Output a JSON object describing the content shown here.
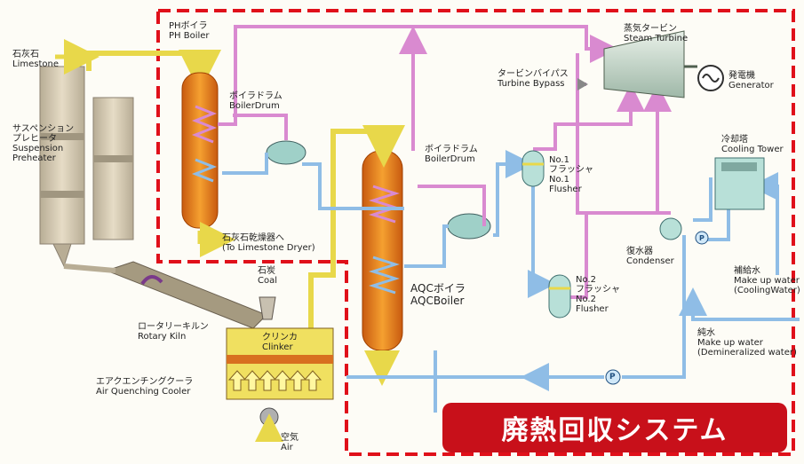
{
  "colors": {
    "steam": "#d98ad0",
    "water": "#8fbde6",
    "gas": "#e8d84a",
    "boundary": "#e0101a",
    "banner": "#c8101a"
  },
  "labels": {
    "limestone": {
      "ja": "石灰石",
      "en": "Limestone"
    },
    "preheater": {
      "ja1": "サスペンション",
      "ja2": "プレヒータ",
      "en1": "Suspension",
      "en2": "Preheater"
    },
    "ph_boiler": {
      "ja": "PHボイラ",
      "en": "PH Boiler"
    },
    "boiler_drum_1": {
      "ja": "ボイラドラム",
      "en": "BoilerDrum"
    },
    "boiler_drum_2": {
      "ja": "ボイラドラム",
      "en": "BoilerDrum"
    },
    "limestone_dryer": {
      "ja": "石灰石乾燥器へ",
      "en": "(To Limestone Dryer)"
    },
    "coal": {
      "ja": "石炭",
      "en": "Coal"
    },
    "rotary_kiln": {
      "ja": "ロータリーキルン",
      "en": "Rotary Kiln"
    },
    "clinker": {
      "ja": "クリンカ",
      "en": "Clinker"
    },
    "air_quenching_cooler": {
      "ja": "エアクエンチングクーラ",
      "en": "Air Quenching Cooler"
    },
    "air": {
      "ja": "空気",
      "en": "Air"
    },
    "aqc_boiler": {
      "ja": "AQCボイラ",
      "en": "AQCBoiler"
    },
    "turbine_bypass": {
      "ja": "タービンバイパス",
      "en": "Turbine Bypass"
    },
    "steam_turbine": {
      "ja": "蒸気タービン",
      "en": "Steam Turbine"
    },
    "generator": {
      "ja": "発電機",
      "en": "Generator"
    },
    "no1_flusher": {
      "l1": "No.1",
      "l2": "フラッシャ",
      "l3": "No.1",
      "l4": "Flusher"
    },
    "no2_flusher": {
      "l1": "No.2",
      "l2": "フラッシャ",
      "l3": "No.2",
      "l4": "Flusher"
    },
    "cooling_tower": {
      "ja": "冷却塔",
      "en": "Cooling Tower"
    },
    "condenser": {
      "ja": "復水器",
      "en": "Condenser"
    },
    "makeup_cooling": {
      "ja": "補給水",
      "en1": "Make up water",
      "en2": "(CoolingWater)"
    },
    "makeup_demin": {
      "ja": "純水",
      "en1": "Make up water",
      "en2": "(Demineralized water)"
    },
    "pump": "P"
  },
  "banner": "廃熱回収システム"
}
